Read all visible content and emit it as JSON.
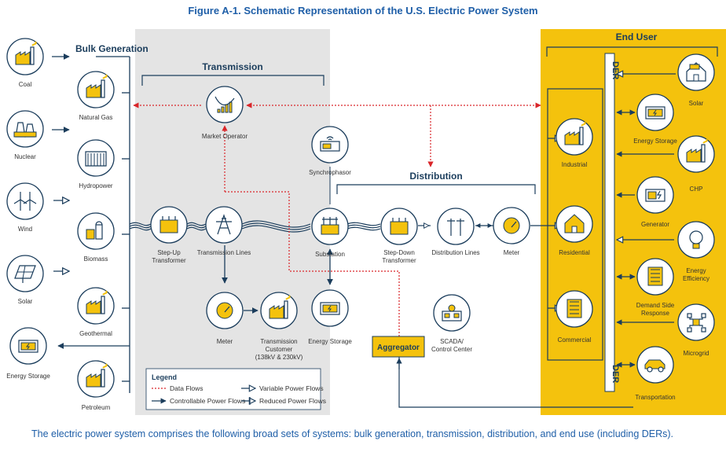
{
  "title": "Figure A-1. Schematic Representation of the U.S. Electric Power System",
  "caption": "The electric power system comprises the following broad sets of systems: bulk generation, transmission, distribution, and end use (including DERs).",
  "sections": {
    "bulk": "Bulk Generation",
    "transmission": "Transmission",
    "distribution": "Distribution",
    "end_user": "End User",
    "der": "DER"
  },
  "nodes": {
    "coal": "Coal",
    "natural_gas": "Natural Gas",
    "nuclear": "Nuclear",
    "hydropower": "Hydropower",
    "wind": "Wind",
    "biomass": "Biomass",
    "solar_gen": "Solar",
    "geothermal": "Geothermal",
    "storage_gen": "Energy Storage",
    "petroleum": "Petroleum",
    "market_operator": "Market Operator",
    "synchrophasor": "Synchrophasor",
    "step_up": [
      "Step-Up",
      "Transformer"
    ],
    "transmission_lines": "Transmission Lines",
    "substation": "Substation",
    "step_down": [
      "Step-Down",
      "Transformer"
    ],
    "distribution_lines": "Distribution Lines",
    "meter_dist": "Meter",
    "meter_trans": "Meter",
    "trans_customer": [
      "Transmission",
      "Customer",
      "(138kV & 230kV)"
    ],
    "storage_trans": "Energy Storage",
    "aggregator": "Aggregator",
    "scada": [
      "SCADA/",
      "Control Center"
    ],
    "industrial": "Industrial",
    "residential": "Residential",
    "commercial": "Commercial",
    "solar_der": "Solar",
    "storage_der": "Energy Storage",
    "chp": "CHP",
    "generator": "Generator",
    "efficiency": [
      "Energy",
      "Efficiency"
    ],
    "dsr": [
      "Demand Side",
      "Response"
    ],
    "microgrid": "Microgrid",
    "transportation": "Transportation"
  },
  "legend": {
    "title": "Legend",
    "data_flows": "Data Flows",
    "variable": "Variable Power Flows",
    "controllable": "Controllable Power Flows",
    "reduced": "Reduced Power Flows"
  },
  "colors": {
    "navy": "#1b3d5c",
    "gold": "#f4c20d",
    "accent_blue": "#1f5fa8",
    "data_red": "#d9262a",
    "panel_gray": "#e4e4e4"
  }
}
